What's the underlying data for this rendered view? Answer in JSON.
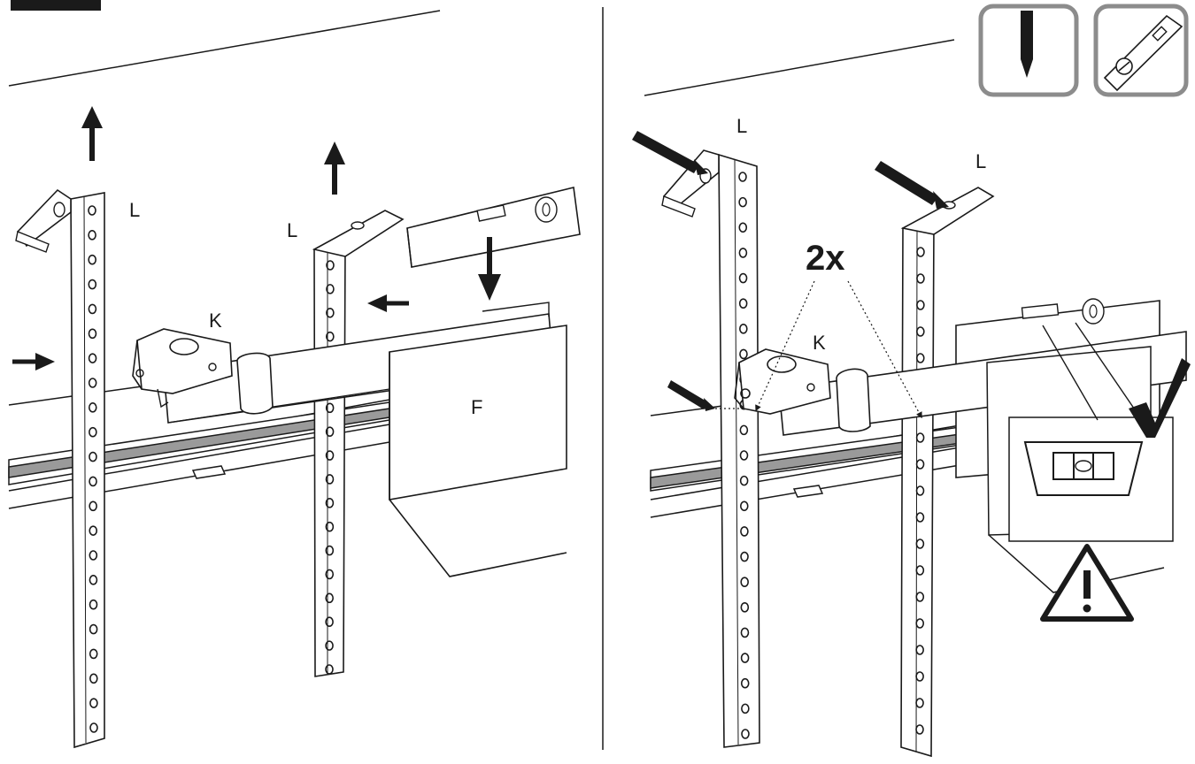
{
  "panels": [
    {
      "labels": {
        "bracket_left": "L",
        "bracket_right": "L",
        "clamp": "K",
        "cover": "F"
      }
    },
    {
      "labels": {
        "bracket_left": "L",
        "bracket_right": "L",
        "clamp": "K",
        "count": "2x"
      },
      "tool_icons": [
        "pencil-icon",
        "spirit-level-icon"
      ],
      "warning_icon": "warning-triangle-icon",
      "check_icon": "check-mark-icon"
    }
  ],
  "colors": {
    "line": "#1a1a1a",
    "chain_band": "#9a9a9a",
    "tool_frame": "#8c8c8c",
    "fill": "#ffffff"
  }
}
